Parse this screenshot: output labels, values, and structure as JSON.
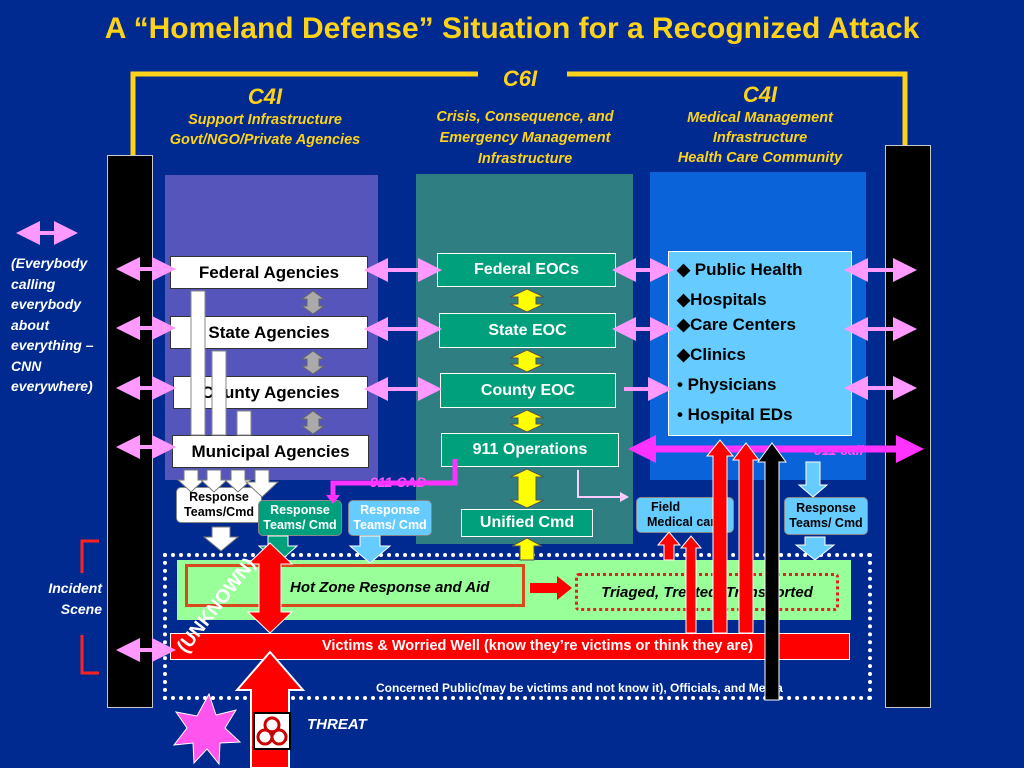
{
  "title": "A “Homeland Defense” Situation for a Recognized Attack",
  "c6i": {
    "label": "C6I",
    "sub": [
      "Crisis, Consequence, and",
      "Emergency Management",
      "Infrastructure"
    ]
  },
  "c4i_left": {
    "label": "C4I",
    "sub": [
      "Support Infrastructure",
      "Govt/NGO/Private Agencies"
    ]
  },
  "c4i_right": {
    "label": "C4I",
    "sub": [
      "Medical  Management",
      "Infrastructure",
      "Health Care Community"
    ]
  },
  "side_note": [
    "(Everybody",
    "calling",
    "everybody",
    "about",
    "everything –",
    "CNN",
    "everywhere)"
  ],
  "agencies": [
    "Federal Agencies",
    "State Agencies",
    "County Agencies",
    "Municipal Agencies"
  ],
  "eocs": [
    "Federal EOCs",
    "State EOC",
    "County EOC",
    "911 Operations"
  ],
  "unified_cmd": "Unified Cmd",
  "medical": [
    "◆ Public Health",
    "◆Hospitals",
    "◆Care Centers",
    "◆Clinics",
    "• Physicians",
    "• Hospital  EDs"
  ],
  "response": [
    [
      "Response",
      "Teams/Cmd"
    ],
    [
      "Response",
      "Teams/ Cmd"
    ],
    [
      "Response",
      "Teams/ Cmd"
    ],
    [
      "Response",
      "Teams/ Cmd"
    ]
  ],
  "field_medical": [
    "Field",
    "Medical care"
  ],
  "label_911_cad": "911 CAD",
  "label_911_call": "911 call",
  "incident_scene": [
    "Incident",
    "Scene"
  ],
  "hot_zone": "Hot Zone Response and Aid",
  "triaged": "Triaged, Treated, Transported",
  "unknown": "(UNKNOWN)",
  "victims": "Victims & Worried Well (know they’re victims or think they are)",
  "concerned": "Concerned Public(may be victims and not know it), Officials, and Media",
  "threat": "THREAT",
  "colors": {
    "background": "#002a8f",
    "title": "#ffd21a",
    "eoc": "#00a07c",
    "medical": "#66ccff",
    "arrow_pink": "#ff99ff",
    "hot_zone": "#99ff99",
    "victims": "#ff0000"
  }
}
